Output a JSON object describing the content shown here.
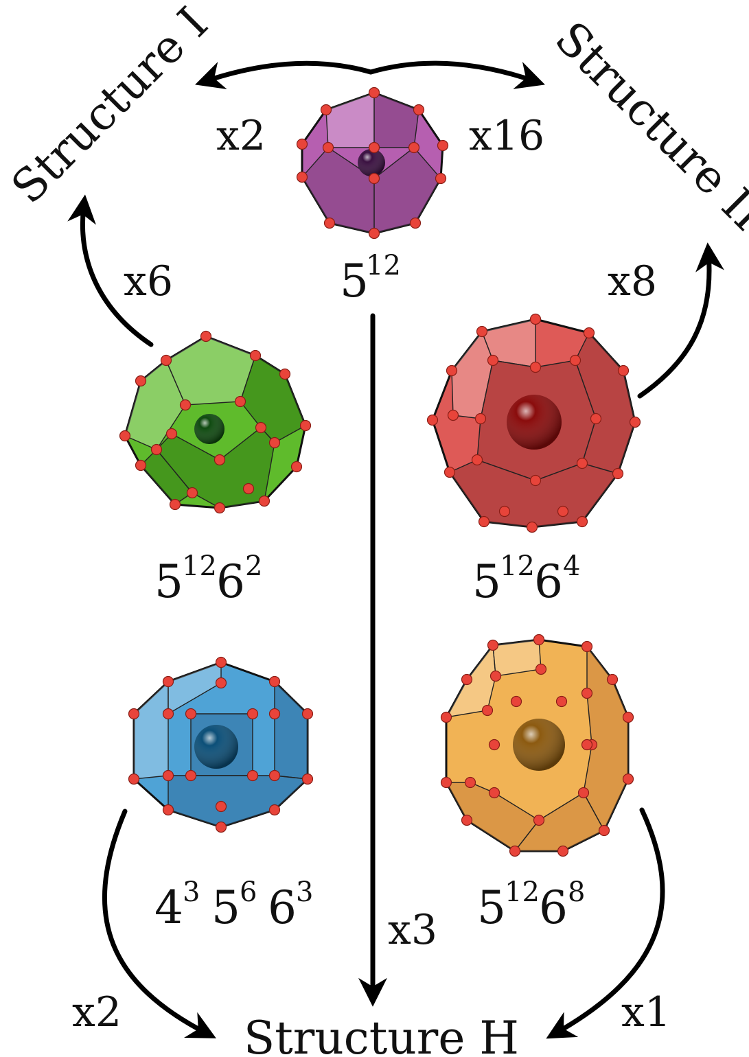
{
  "structures": {
    "s1": "Structure I",
    "s2": "Structure II",
    "sh": "Structure H"
  },
  "cages": [
    {
      "id": "512",
      "label_parts": [
        [
          "5",
          "12"
        ]
      ],
      "color": "#b65fb0",
      "dark": "#7a3c78",
      "center": "#3a1040"
    },
    {
      "id": "51262",
      "label_parts": [
        [
          "5",
          "12"
        ],
        [
          "6",
          "2"
        ]
      ],
      "color": "#5fbb2c",
      "dark": "#2f7a12",
      "center": "#0f4a10"
    },
    {
      "id": "51264",
      "label_parts": [
        [
          "5",
          "12"
        ],
        [
          "6",
          "4"
        ]
      ],
      "color": "#de5a57",
      "dark": "#993333",
      "center": "#8a0c0c"
    },
    {
      "id": "435663",
      "label_parts": [
        [
          "4",
          "3"
        ],
        [
          "5",
          "6"
        ],
        [
          "6",
          "3"
        ]
      ],
      "color": "#4fa3d6",
      "dark": "#2f6d9c",
      "center": "#0c4f78"
    },
    {
      "id": "51268",
      "label_parts": [
        [
          "5",
          "12"
        ],
        [
          "6",
          "8"
        ]
      ],
      "color": "#f1b355",
      "dark": "#c8803a",
      "center": "#8c5a10"
    }
  ],
  "counts": {
    "s1_512": "x2",
    "s2_512": "x16",
    "s1_51262": "x6",
    "s2_51264": "x8",
    "sh_512": "x3",
    "sh_435663": "x2",
    "sh_51268": "x1"
  },
  "vertex_color": "#e8443a"
}
